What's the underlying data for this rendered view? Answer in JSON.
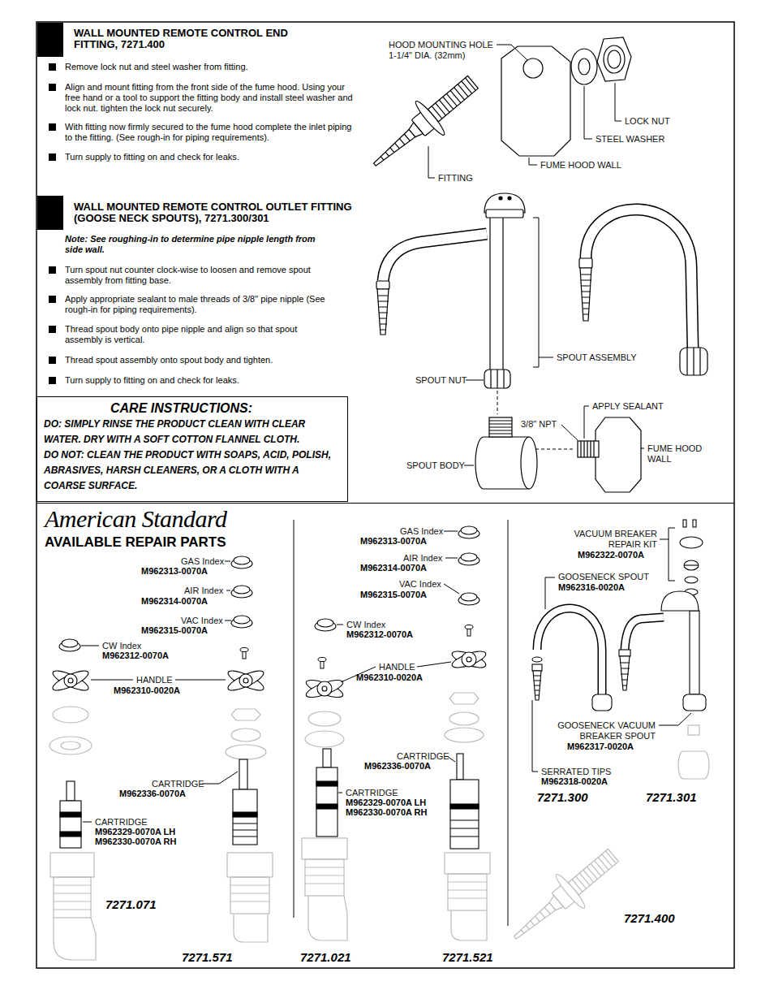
{
  "diagram": {
    "nodes": [
      {
        "text": [
          "WALL MOUNTED REMOTE CONTROL END FITTING, 7271.400",
          "Remove lock nut and steel washer from fitting.",
          "Align and mount fitting from the front side of the fume hood. Using your free hand or a tool to support the fitting body and install steel washer and lock nut. tighten the lock nut securely.",
          "With fitting now firmly secured to the fume hood complete the inlet piping to the fitting. (See rough-in for piping requirements).",
          "Turn supply to fitting on and check for leaks."
        ]
      },
      {
        "text": [
          "WALL MOUNTED REMOTE CONTROL OUTLET FITTING (GOOSE NECK SPOUTS), 7271.300/301",
          "Note: See roughing-in to determine pipe nipple length from side wall.",
          "Turn spout nut counter clock-wise to loosen and remove spout assembly from fitting base.",
          "Apply appropriate sealant to male threads of 3/8\" pipe nipple (See rough-in for piping requirements).",
          "Thread spout body onto pipe nipple and align so that spout assembly is vertical.",
          "Thread spout assembly onto spout body and tighten.",
          "Turn supply to fitting on and check for leaks."
        ]
      },
      {
        "text": [
          "CARE INSTRUCTIONS:",
          "DO: SIMPLY RINSE THE PRODUCT CLEAN WITH CLEAR WATER. DRY WITH A SOFT COTTON FLANNEL CLOTH.",
          "DO NOT: CLEAN THE PRODUCT WITH SOAPS, ACID, POLISH, ABRASIVES, HARSH CLEANERS, OR A CLOTH WITH A COARSE SURFACE."
        ]
      },
      {
        "text": [
          "American Standard",
          "AVAILABLE REPAIR PARTS"
        ]
      }
    ],
    "labels": [
      "HOOD MOUNTING HOLE 1-1/4\" DIA. (32mm)",
      "LOCK NUT",
      "STEEL WASHER",
      "FUME HOOD WALL",
      "FITTING",
      "SPOUT ASSEMBLY",
      "SPOUT NUT",
      "APPLY SEALANT",
      "3/8\" NPT",
      "FUME HOOD WALL",
      "SPOUT BODY",
      "GAS Index",
      "M962313-0070A",
      "AIR Index",
      "M962314-0070A",
      "VAC Index",
      "M962315-0070A",
      "CW Index",
      "M962312-0070A",
      "HANDLE",
      "M962310-0020A",
      "CARTRIDGE",
      "M962336-0070A",
      "CARTRIDGE",
      "M962329-0070A LH",
      "M962330-0070A RH",
      "GAS Index",
      "M962313-0070A",
      "AIR Index",
      "M962314-0070A",
      "VAC Index",
      "M962315-0070A",
      "CW Index",
      "M962312-0070A",
      "HANDLE",
      "M962310-0020A",
      "CARTRIDGE",
      "M962336-0070A",
      "CARTRIDGE",
      "M962329-0070A LH",
      "M962330-0070A RH",
      "VACUUM BREAKER REPAIR KIT",
      "M962322-0070A",
      "GOOSENECK SPOUT",
      "M962316-0020A",
      "GOOSENECK VACUUM BREAKER SPOUT",
      "M962317-0020A",
      "SERRATED TIPS",
      "M962318-0020A",
      "7271.300",
      "7271.301",
      "7271.071",
      "7271.571",
      "7271.021",
      "7271.521",
      "7271.400"
    ]
  }
}
